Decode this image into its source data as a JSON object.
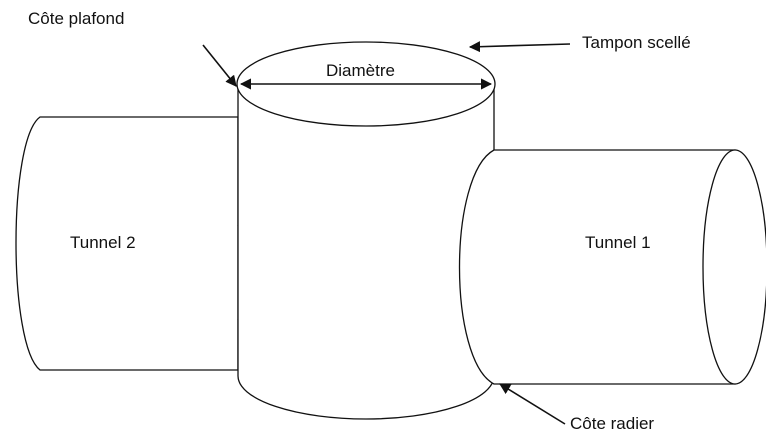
{
  "labels": {
    "cote_plafond": "Côte plafond",
    "tampon_scelle": "Tampon scellé",
    "diametre": "Diamètre",
    "tunnel_2": "Tunnel 2",
    "tunnel_1": "Tunnel 1",
    "cote_radier": "Côte radier"
  },
  "colors": {
    "stroke": "#111111",
    "background": "#ffffff"
  }
}
